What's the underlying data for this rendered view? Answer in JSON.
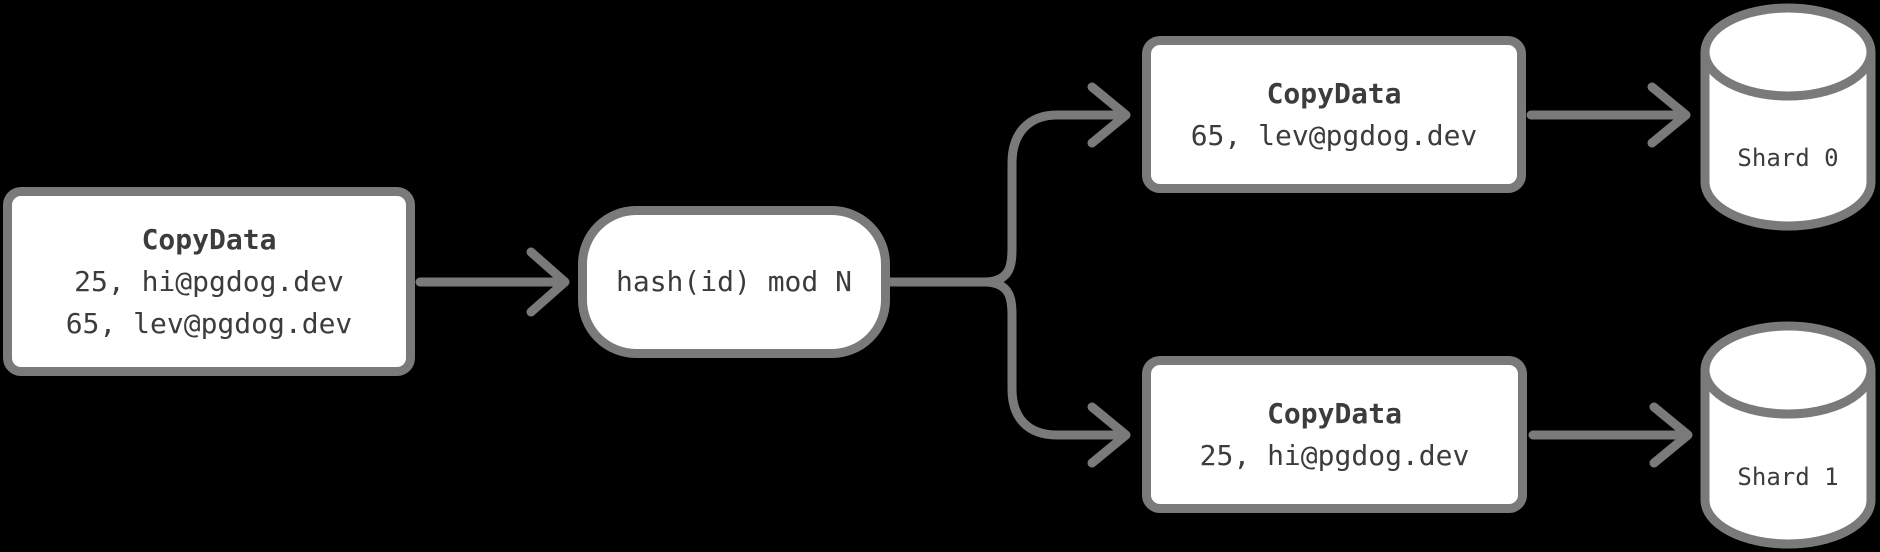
{
  "diagram": {
    "colors": {
      "background": "#000000",
      "stroke": "#7a7a7a",
      "node_fill": "#ffffff",
      "text": "#3c3c3c"
    },
    "input_node": {
      "title": "CopyData",
      "rows": [
        "25, hi@pgdog.dev",
        "65, lev@pgdog.dev"
      ]
    },
    "hash_node": {
      "label": "hash(id) mod N"
    },
    "shard0_node": {
      "title": "CopyData",
      "rows": [
        "65, lev@pgdog.dev"
      ]
    },
    "shard1_node": {
      "title": "CopyData",
      "rows": [
        "25, hi@pgdog.dev"
      ]
    },
    "shard0_db": {
      "label": "Shard 0"
    },
    "shard1_db": {
      "label": "Shard 1"
    }
  }
}
